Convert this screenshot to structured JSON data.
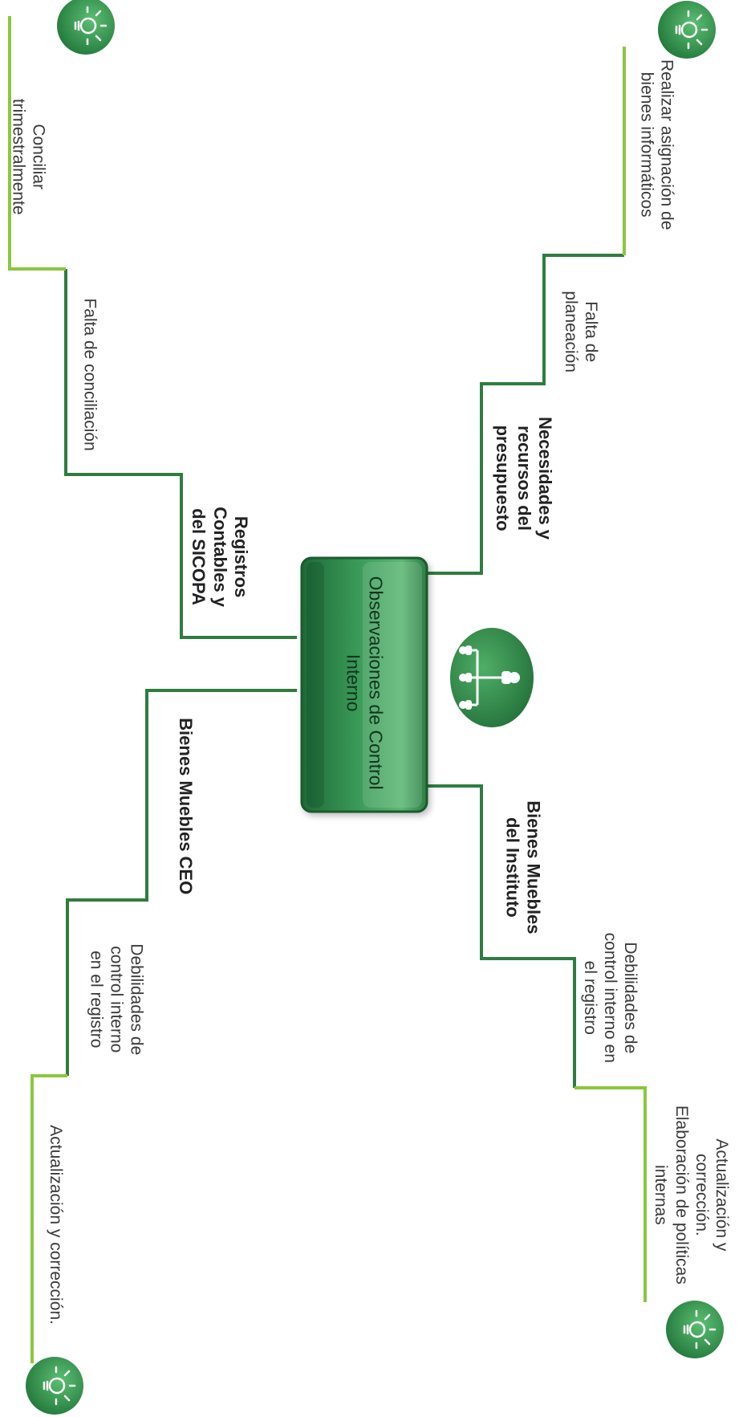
{
  "diagram": {
    "center": {
      "title": "Observaciones de Control\nInterno"
    },
    "branches": {
      "necesidades": {
        "category": "Necesidades y\nrecursos del\npresupuesto",
        "issue": "Falta de\nplaneación",
        "action": "Realizar asignación de\nbienes informáticos"
      },
      "registros": {
        "category": "Registros\nContables y\ndel SICOPA",
        "issue": "Falta de conciliación",
        "action": "Conciliar\ntrimestralmente"
      },
      "instituto": {
        "category": "Bienes Muebles\ndel Instituto",
        "issue": "Debilidades de\ncontrol interno en\nel registro",
        "action": "Actualización y\ncorrección.\nElaboración de políticas\ninternas"
      },
      "ceo": {
        "category": "Bienes Muebles CEO",
        "issue": "Debilidades de\ncontrol interno\nen el registro",
        "action": "Actualización y corrección."
      }
    },
    "colors": {
      "connector": "#2e7d3e",
      "leaf_line": "#8cc63f",
      "node_fill": "#2f8a4c",
      "node_dark": "#1d5e33",
      "icon_fill": "#2c8346"
    },
    "icons": {
      "central": "org-chart-icon",
      "action": "light-bulb-icon"
    }
  }
}
